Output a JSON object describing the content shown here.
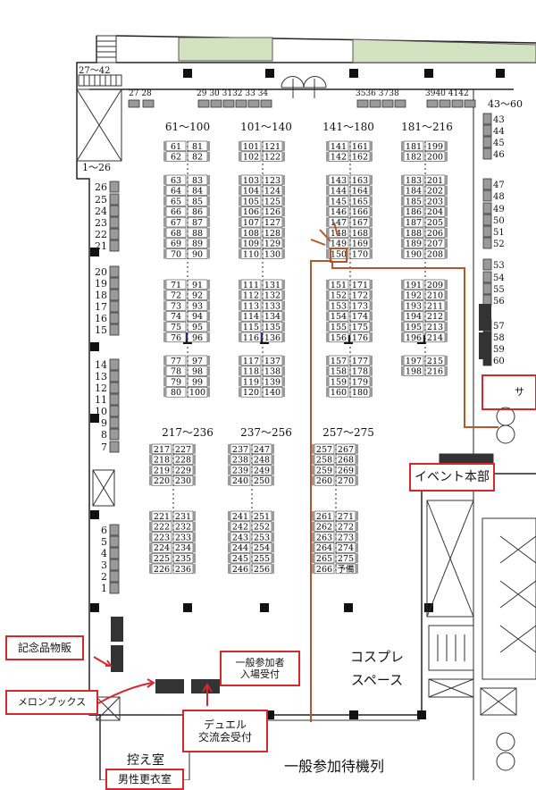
{
  "top_numbers": {
    "left_stair": "27～42",
    "n27_28": "27 28",
    "n29_34": "29 30 3132 33 34",
    "n35_38": "3536 3738",
    "n39_42": "3940 4142",
    "r43_60": "43～60",
    "l1_26": "1～26"
  },
  "block_headers": [
    "61～100",
    "101～140",
    "141～180",
    "181～216",
    "217～236",
    "237～256",
    "257～275"
  ],
  "left_wall_numbers": [
    "26",
    "25",
    "24",
    "23",
    "22",
    "21",
    "20",
    "19",
    "18",
    "17",
    "16",
    "15",
    "14",
    "13",
    "12",
    "11",
    "10",
    "9",
    "8",
    "7",
    "6",
    "5",
    "4",
    "3",
    "2",
    "1"
  ],
  "right_wall_numbers": [
    "43",
    "44",
    "45",
    "46",
    "47",
    "48",
    "49",
    "50",
    "51",
    "52",
    "53",
    "54",
    "55",
    "56",
    "57",
    "58",
    "59",
    "60"
  ],
  "blocks": [
    {
      "id": "b61",
      "rows": [
        [
          "61",
          "81"
        ],
        [
          "62",
          "82"
        ]
      ]
    },
    {
      "id": "b63",
      "rows": [
        [
          "63",
          "83"
        ],
        [
          "64",
          "84"
        ],
        [
          "65",
          "85"
        ],
        [
          "66",
          "86"
        ],
        [
          "67",
          "87"
        ],
        [
          "68",
          "88"
        ],
        [
          "69",
          "89"
        ],
        [
          "70",
          "90"
        ]
      ]
    },
    {
      "id": "b71",
      "rows": [
        [
          "71",
          "91"
        ],
        [
          "72",
          "92"
        ],
        [
          "73",
          "93"
        ],
        [
          "74",
          "94"
        ],
        [
          "75",
          "95"
        ],
        [
          "76",
          "96"
        ]
      ]
    },
    {
      "id": "b77",
      "rows": [
        [
          "77",
          "97"
        ],
        [
          "78",
          "98"
        ],
        [
          "79",
          "99"
        ],
        [
          "80",
          "100"
        ]
      ]
    },
    {
      "id": "b101",
      "rows": [
        [
          "101",
          "121"
        ],
        [
          "102",
          "122"
        ]
      ]
    },
    {
      "id": "b103",
      "rows": [
        [
          "103",
          "123"
        ],
        [
          "104",
          "124"
        ],
        [
          "105",
          "125"
        ],
        [
          "106",
          "126"
        ],
        [
          "107",
          "127"
        ],
        [
          "108",
          "128"
        ],
        [
          "109",
          "129"
        ],
        [
          "110",
          "130"
        ]
      ]
    },
    {
      "id": "b111",
      "rows": [
        [
          "111",
          "131"
        ],
        [
          "112",
          "132"
        ],
        [
          "113",
          "133"
        ],
        [
          "114",
          "134"
        ],
        [
          "115",
          "135"
        ],
        [
          "116",
          "136"
        ]
      ]
    },
    {
      "id": "b117",
      "rows": [
        [
          "117",
          "137"
        ],
        [
          "118",
          "138"
        ],
        [
          "119",
          "139"
        ],
        [
          "120",
          "140"
        ]
      ]
    },
    {
      "id": "b141",
      "rows": [
        [
          "141",
          "161"
        ],
        [
          "142",
          "162"
        ]
      ]
    },
    {
      "id": "b143",
      "rows": [
        [
          "143",
          "163"
        ],
        [
          "144",
          "164"
        ],
        [
          "145",
          "165"
        ],
        [
          "146",
          "166"
        ],
        [
          "147",
          "167"
        ],
        [
          "148",
          "168"
        ],
        [
          "149",
          "169"
        ],
        [
          "150",
          "170"
        ]
      ]
    },
    {
      "id": "b151",
      "rows": [
        [
          "151",
          "171"
        ],
        [
          "152",
          "172"
        ],
        [
          "153",
          "173"
        ],
        [
          "154",
          "174"
        ],
        [
          "155",
          "175"
        ],
        [
          "156",
          "176"
        ]
      ]
    },
    {
      "id": "b157",
      "rows": [
        [
          "157",
          "177"
        ],
        [
          "158",
          "178"
        ],
        [
          "159",
          "179"
        ],
        [
          "160",
          "180"
        ]
      ]
    },
    {
      "id": "b181",
      "rows": [
        [
          "181",
          "199"
        ],
        [
          "182",
          "200"
        ]
      ]
    },
    {
      "id": "b183",
      "rows": [
        [
          "183",
          "201"
        ],
        [
          "184",
          "202"
        ],
        [
          "185",
          "203"
        ],
        [
          "186",
          "204"
        ],
        [
          "187",
          "205"
        ],
        [
          "188",
          "206"
        ],
        [
          "189",
          "207"
        ],
        [
          "190",
          "208"
        ]
      ]
    },
    {
      "id": "b191",
      "rows": [
        [
          "191",
          "209"
        ],
        [
          "192",
          "210"
        ],
        [
          "193",
          "211"
        ],
        [
          "194",
          "212"
        ],
        [
          "195",
          "213"
        ],
        [
          "196",
          "214"
        ]
      ]
    },
    {
      "id": "b197",
      "rows": [
        [
          "197",
          "215"
        ],
        [
          "198",
          "216"
        ]
      ]
    },
    {
      "id": "b217",
      "rows": [
        [
          "217",
          "227"
        ],
        [
          "218",
          "228"
        ],
        [
          "219",
          "229"
        ],
        [
          "220",
          "230"
        ]
      ]
    },
    {
      "id": "b221",
      "rows": [
        [
          "221",
          "231"
        ],
        [
          "222",
          "232"
        ],
        [
          "223",
          "233"
        ],
        [
          "224",
          "234"
        ],
        [
          "225",
          "235"
        ],
        [
          "226",
          "236"
        ]
      ]
    },
    {
      "id": "b237",
      "rows": [
        [
          "237",
          "247"
        ],
        [
          "238",
          "248"
        ],
        [
          "239",
          "249"
        ],
        [
          "240",
          "250"
        ]
      ]
    },
    {
      "id": "b241",
      "rows": [
        [
          "241",
          "251"
        ],
        [
          "242",
          "252"
        ],
        [
          "243",
          "253"
        ],
        [
          "244",
          "254"
        ],
        [
          "245",
          "255"
        ],
        [
          "246",
          "256"
        ]
      ]
    },
    {
      "id": "b257",
      "rows": [
        [
          "257",
          "267"
        ],
        [
          "258",
          "268"
        ],
        [
          "259",
          "269"
        ],
        [
          "260",
          "270"
        ]
      ]
    },
    {
      "id": "b261",
      "rows": [
        [
          "261",
          "271"
        ],
        [
          "262",
          "272"
        ],
        [
          "263",
          "273"
        ],
        [
          "264",
          "274"
        ],
        [
          "265",
          "275"
        ],
        [
          "266",
          "予備"
        ]
      ]
    }
  ],
  "labels": {
    "event_hq": "イベント本部",
    "memorial": "記念品物販",
    "melonbooks": "メロンブックス",
    "general_reception_1": "一般参加者",
    "general_reception_2": "入場受付",
    "duel_1": "デュエル",
    "duel_2": "交流会受付",
    "cosplay_1": "コスプレ",
    "cosplay_2": "スペース",
    "waiting_line": "一般参加待機列",
    "green_room": "控え室",
    "male_changing": "男性更衣室",
    "cut_text": "サ"
  },
  "colors": {
    "route": "#b5572a",
    "highlight": "#d9262c",
    "green_area": "#d3e3c1",
    "stall_fill": "#9a9a9a"
  }
}
